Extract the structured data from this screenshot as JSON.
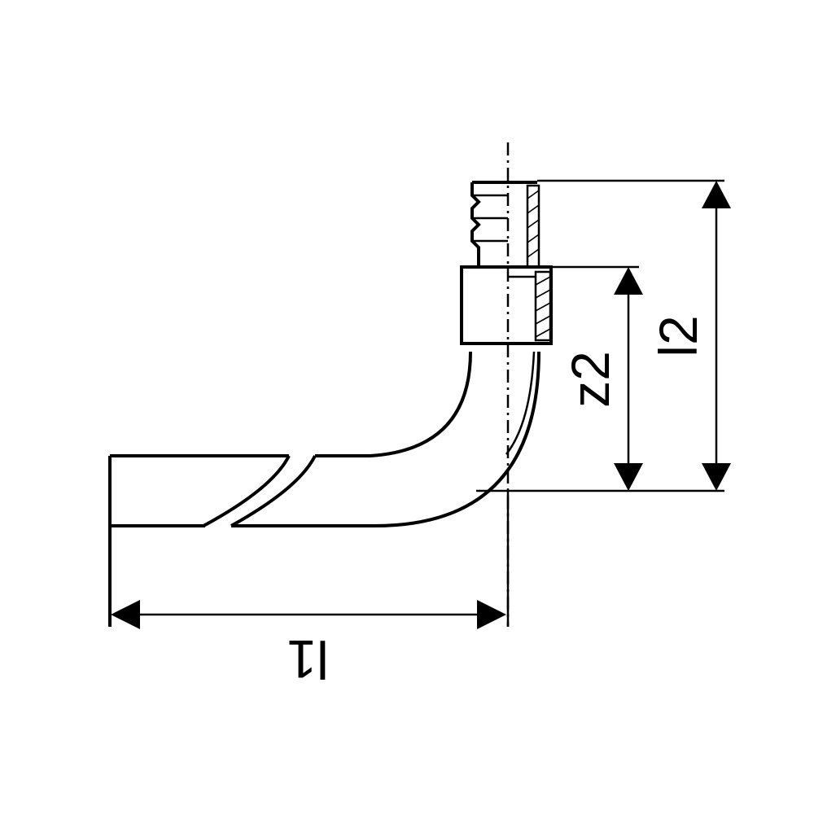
{
  "drawing": {
    "colors": {
      "line": "#000000",
      "background": "#ffffff"
    },
    "dimensions": {
      "l1": "l1",
      "l2": "l2",
      "z2": "z2"
    }
  }
}
